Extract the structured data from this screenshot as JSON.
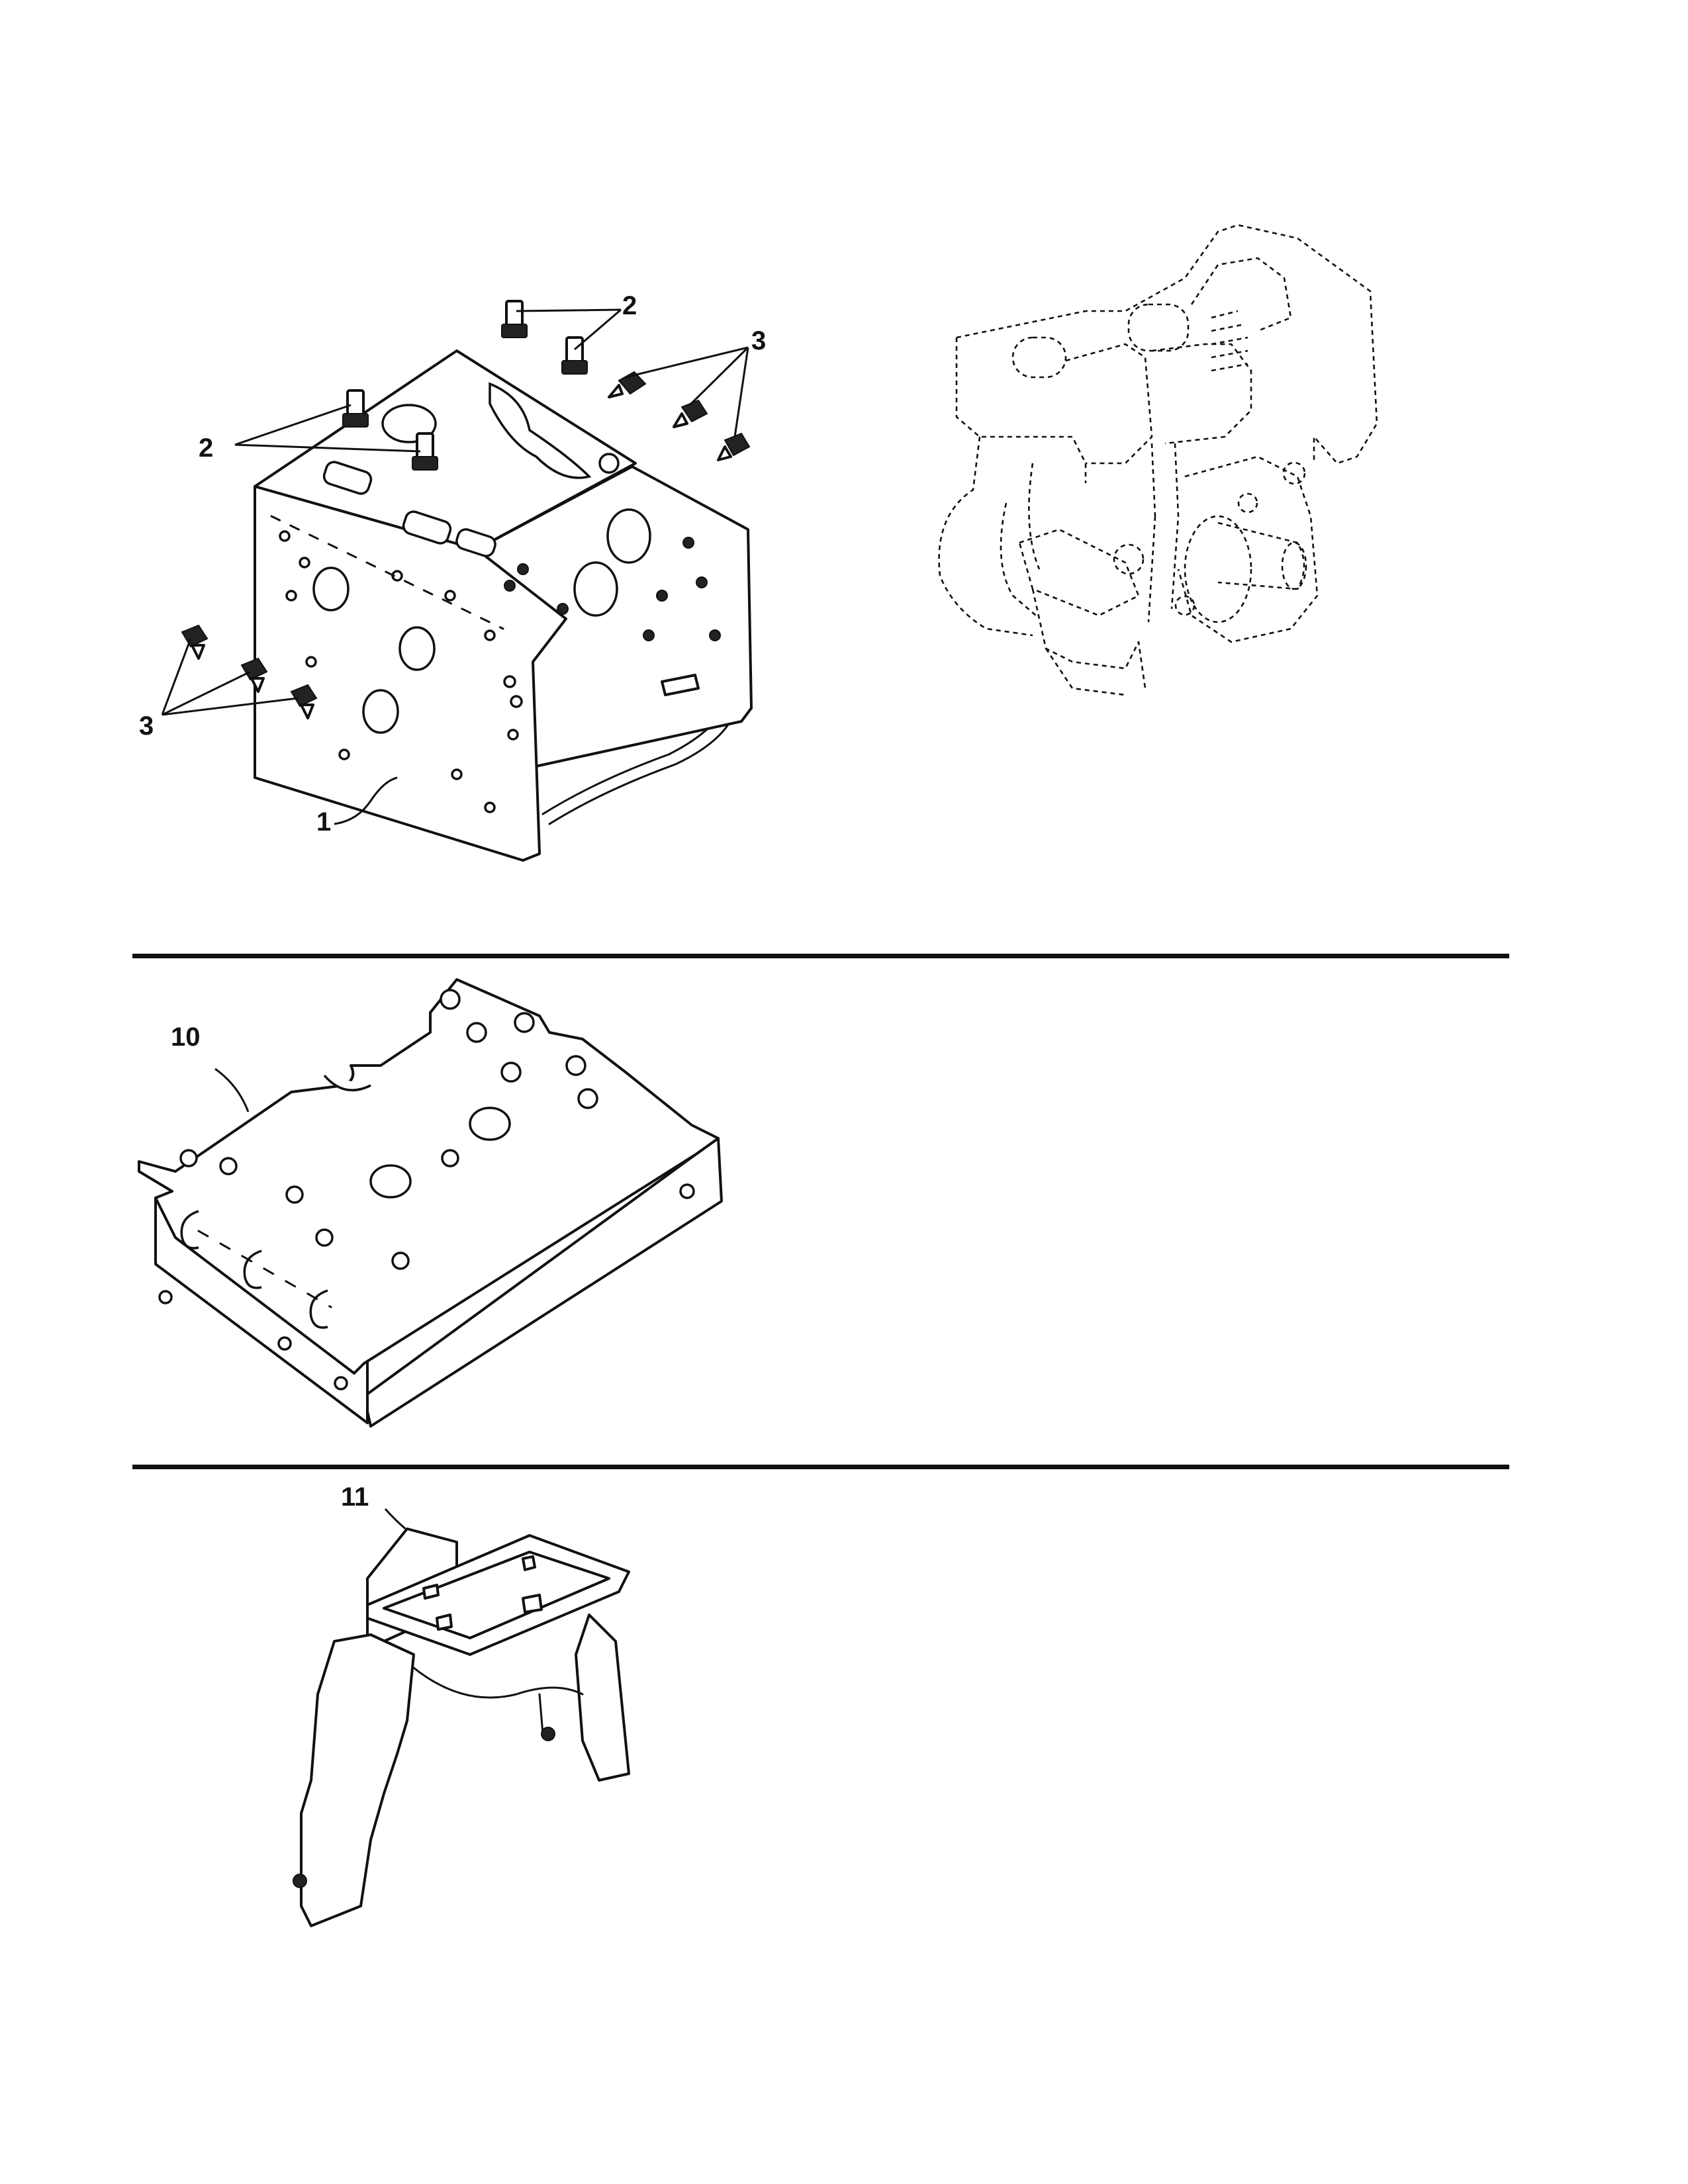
{
  "figure": {
    "callouts": {
      "c1": "1",
      "c2a": "2",
      "c2b": "2",
      "c3a": "3",
      "c3b": "3",
      "c10": "10",
      "c11": "11"
    }
  },
  "colors": {
    "ink": "#111111",
    "paper": "#ffffff"
  }
}
